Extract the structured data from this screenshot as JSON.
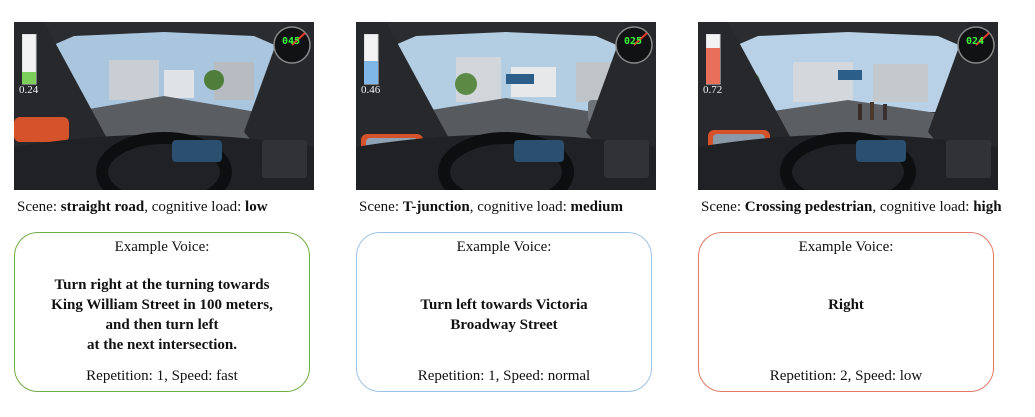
{
  "panels": [
    {
      "load_level": 0.24,
      "load_value": "0.24",
      "speed": "045",
      "scene_prefix": "Scene: ",
      "scene_name": "straight road",
      "load_prefix": ", cognitive load: ",
      "load_name": "low",
      "box_color": "#70ad47",
      "gauge_color": "#7ccf5a",
      "voice_title": "Example Voice:",
      "voice_lines": [
        "Turn right at the turning towards",
        "King William Street in 100 meters,",
        "and then turn left",
        "at the next intersection."
      ],
      "footer": "Repetition: 1,  Speed: fast"
    },
    {
      "load_level": 0.46,
      "load_value": "0.46",
      "speed": "025",
      "scene_prefix": "Scene: ",
      "scene_name": "T-junction",
      "load_prefix": ", cognitive load: ",
      "load_name": "medium",
      "box_color": "#9dc3e6",
      "gauge_color": "#7fb8e8",
      "voice_title": "Example Voice:",
      "voice_lines": [
        "Turn left towards Victoria",
        "Broadway Street"
      ],
      "footer": "Repetition: 1,  Speed: normal"
    },
    {
      "load_level": 0.72,
      "load_value": "0.72",
      "speed": "024",
      "scene_prefix": "Scene: ",
      "scene_name": "Crossing pedestrian",
      "load_prefix": ", cognitive load: ",
      "load_name": "high",
      "box_color": "#e07b67",
      "gauge_color": "#e8705a",
      "voice_title": "Example Voice:",
      "voice_lines": [
        "Right"
      ],
      "footer": "Repetition: 2,  Speed: low"
    }
  ]
}
